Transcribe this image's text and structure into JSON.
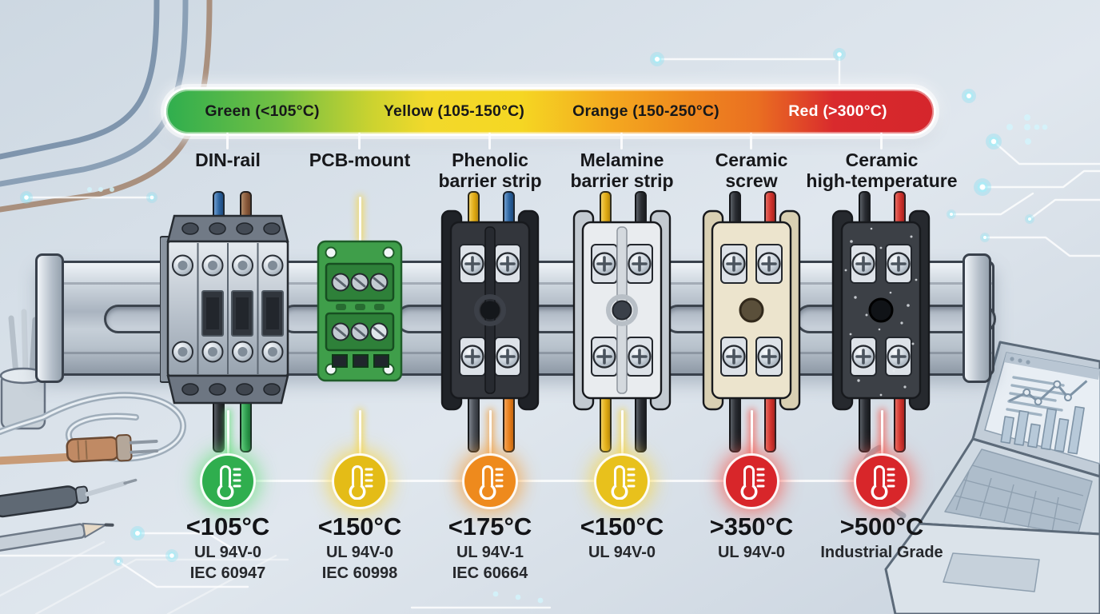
{
  "legend": {
    "segments": [
      {
        "label": "Green (<105°C)",
        "color": "#2fae4e"
      },
      {
        "label": "Yellow (105-150°C)",
        "color": "#f2d92b"
      },
      {
        "label": "Orange (150-250°C)",
        "color": "#ef8c1e"
      },
      {
        "label": "Red (>300°C)",
        "color": "#d5262c"
      }
    ]
  },
  "columns": [
    {
      "id": "din-rail",
      "name_lines": [
        "DIN-rail"
      ],
      "temp": "<105°C",
      "standards": [
        "UL 94V-0",
        "IEC 60947"
      ],
      "icon": "thermometer",
      "icon_color": "#2fae4e"
    },
    {
      "id": "pcb-mount",
      "name_lines": [
        "PCB-mount"
      ],
      "temp": "<150°C",
      "standards": [
        "UL 94V-0",
        "IEC 60998"
      ],
      "icon": "thermometer",
      "icon_color": "#e4bc17"
    },
    {
      "id": "phenolic-barrier-strip",
      "name_lines": [
        "Phenolic",
        "barrier strip"
      ],
      "temp": "<175°C",
      "standards": [
        "UL 94V-1",
        "IEC 60664"
      ],
      "icon": "thermometer",
      "icon_color": "#ee8a1d"
    },
    {
      "id": "melamine-barrier-strip",
      "name_lines": [
        "Melamine",
        "barrier strip"
      ],
      "temp": "<150°C",
      "standards": [
        "UL 94V-0"
      ],
      "icon": "thermometer",
      "icon_color": "#e8c11c"
    },
    {
      "id": "ceramic-screw",
      "name_lines": [
        "Ceramic",
        "screw"
      ],
      "temp": ">350°C",
      "standards": [
        "UL 94V-0"
      ],
      "icon": "thermometer",
      "icon_color": "#d8262a"
    },
    {
      "id": "ceramic-high-temperature",
      "name_lines": [
        "Ceramic",
        "high-temperature"
      ],
      "temp": ">500°C",
      "standards": [
        "Industrial Grade"
      ],
      "icon": "thermometer",
      "icon_color": "#d8262a"
    }
  ]
}
